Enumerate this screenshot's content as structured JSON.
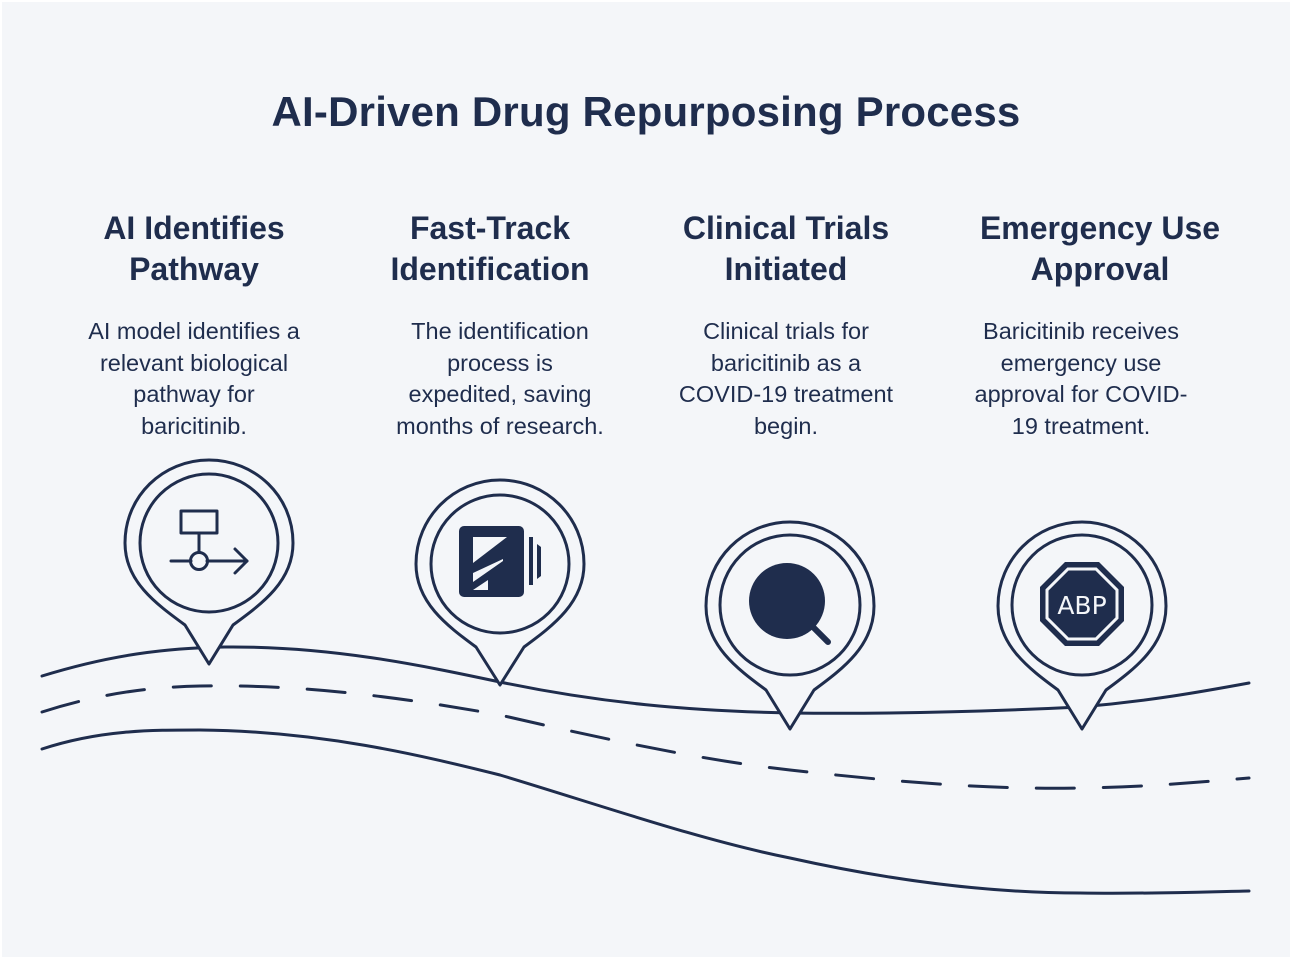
{
  "title": "AI-Driven Drug Repurposing Process",
  "colors": {
    "primary": "#1f2d4d",
    "background": "#f4f6f9"
  },
  "steps": [
    {
      "title_line1": "AI Identifies",
      "title_line2": "Pathway",
      "desc_lines": [
        "AI model identifies a",
        "relevant biological",
        "pathway for",
        "baricitinib."
      ],
      "icon": "pathway-flow-icon"
    },
    {
      "title_line1": "Fast-Track",
      "title_line2": "Identification",
      "desc_lines": [
        "The identification",
        "process is",
        "expedited, saving",
        "months of research."
      ],
      "icon": "fast-track-app-icon"
    },
    {
      "title_line1": "Clinical Trials",
      "title_line2": "Initiated",
      "desc_lines": [
        "Clinical trials for",
        "baricitinib as a",
        "COVID-19 treatment",
        "begin."
      ],
      "icon": "magnifier-icon"
    },
    {
      "title_line1": "Emergency Use",
      "title_line2": "Approval",
      "desc_lines": [
        "Baricitinib receives",
        "emergency use",
        "approval for COVID-",
        "19 treatment."
      ],
      "icon": "abp-octagon-icon",
      "icon_text": "ABP"
    }
  ]
}
